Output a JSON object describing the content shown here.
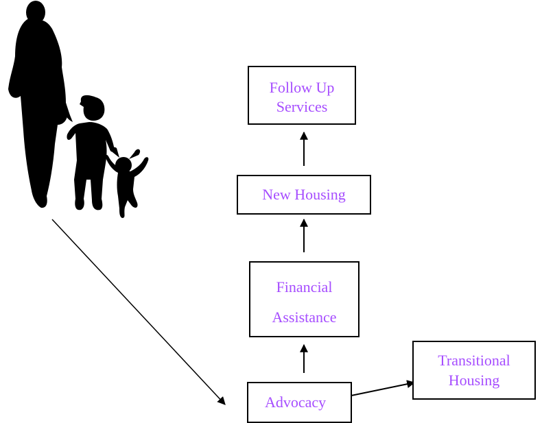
{
  "colors": {
    "box_text": "#a64dff",
    "lines": "#000000",
    "silhouette": "#000000"
  },
  "illustration": {
    "icon": "mother-and-children-silhouette-icon"
  },
  "steps": {
    "follow_up": {
      "line1": "Follow Up",
      "line2": "Services"
    },
    "new_housing": {
      "label": "New Housing"
    },
    "financial": {
      "line1": "Financial",
      "line2": "Assistance"
    },
    "advocacy": {
      "label": "Advocacy"
    },
    "transitional": {
      "line1": "Transitional",
      "line2": "Housing"
    }
  }
}
